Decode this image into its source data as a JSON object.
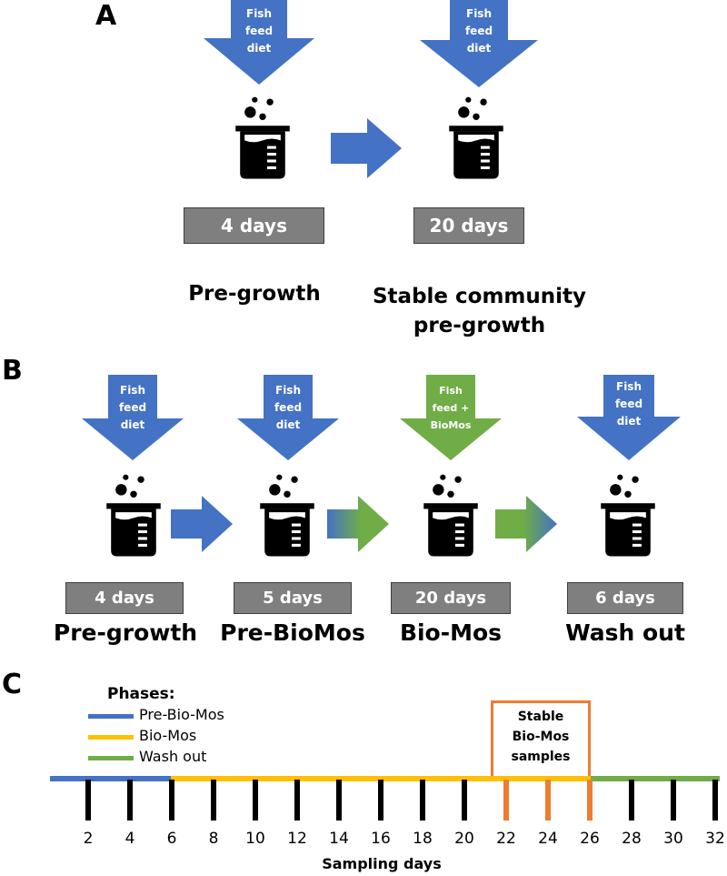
{
  "panel_a": {
    "letter": "A",
    "inputs": [
      {
        "label": "Fish\nfeed\ndiet"
      },
      {
        "label": "Fish\nfeed\ndiet"
      }
    ],
    "durations": [
      "4 days",
      "20 days"
    ],
    "stages": [
      "Pre-growth",
      "Stable community\npre-growth"
    ]
  },
  "panel_b": {
    "letter": "B",
    "inputs": [
      {
        "label": "Fish\nfeed\ndiet",
        "color": "#4472C4"
      },
      {
        "label": "Fish\nfeed\ndiet",
        "color": "#4472C4"
      },
      {
        "label": "Fish\nfeed +\nBioMos",
        "color": "#70AD47"
      },
      {
        "label": "Fish\nfeed\ndiet",
        "color": "#4472C4"
      }
    ],
    "durations": [
      "4 days",
      "5 days",
      "20 days",
      "6 days"
    ],
    "stages": [
      "Pre-growth",
      "Pre-BioMos",
      "Bio-Mos",
      "Wash out"
    ]
  },
  "panel_c": {
    "letter": "C",
    "legend_title": "Phases:",
    "legend": [
      {
        "label": "Pre-Bio-Mos",
        "color": "#4472C4"
      },
      {
        "label": "Bio-Mos",
        "color": "#FFC000"
      },
      {
        "label": "Wash out",
        "color": "#70AD47"
      }
    ],
    "stable_box_label": "Stable\nBio-Mos\nsamples",
    "stable_color": "#ED7D31",
    "tick_labels": [
      "2",
      "4",
      "6",
      "8",
      "10",
      "12",
      "14",
      "16",
      "18",
      "20",
      "22",
      "24",
      "26",
      "28",
      "30",
      "32"
    ],
    "highlighted_days": [
      22,
      24,
      26
    ],
    "xlabel": "Sampling days"
  },
  "colors": {
    "blue": "#4472C4",
    "green": "#70AD47",
    "orange": "#ED7D31",
    "yellow": "#FFC000",
    "gray_box": "#7F7F7F"
  }
}
